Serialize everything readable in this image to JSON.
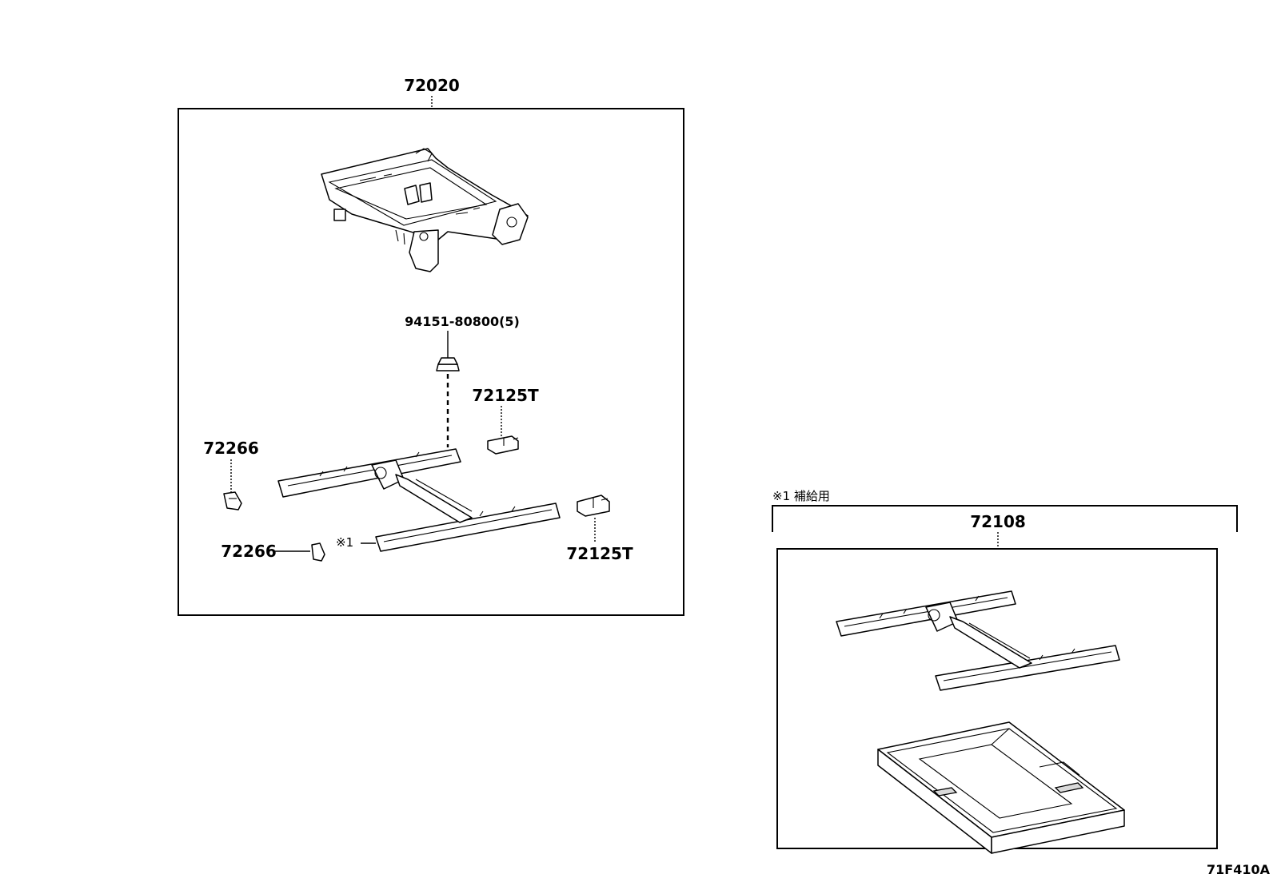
{
  "diagram": {
    "main_assembly": {
      "part_number": "72020"
    },
    "nut": {
      "part_number": "94151-80800(5)"
    },
    "trim_cover_upper": {
      "part_number": "72125T"
    },
    "trim_cover_lower": {
      "part_number": "72125T"
    },
    "clip_upper": {
      "part_number": "72266"
    },
    "clip_lower": {
      "part_number": "72266"
    },
    "note_marker": "※1",
    "supply_group": {
      "note": "※1 補給用",
      "part_number": "72108"
    },
    "figure_code": "71F410A"
  }
}
